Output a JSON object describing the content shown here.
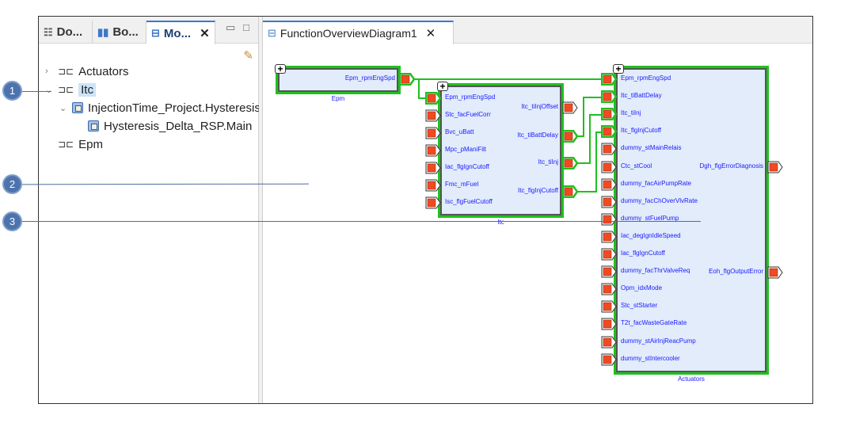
{
  "left_panel": {
    "tabs": [
      {
        "label": "Do...",
        "icon": "outline-icon"
      },
      {
        "label": "Bo...",
        "icon": "book-icon"
      },
      {
        "label": "Mo...",
        "icon": "module-icon",
        "active": true
      }
    ],
    "tree": [
      {
        "label": "Actuators",
        "icon": "module-icon",
        "expanded": false
      },
      {
        "label": "Itc",
        "icon": "module-icon",
        "expanded": true,
        "selected": true
      },
      {
        "label": "InjectionTime_Project.Hysteresis",
        "icon": "component-icon",
        "expanded": true
      },
      {
        "label": "Hysteresis_Delta_RSP.Main",
        "icon": "component-icon"
      },
      {
        "label": "Epm",
        "icon": "module-icon"
      }
    ]
  },
  "editor": {
    "tab_label": "FunctionOverviewDiagram1"
  },
  "diagram": {
    "colors": {
      "wire": "#1fc01f",
      "port": "#f04a22",
      "block": "#e2ecfb",
      "label": "#1a1aff"
    },
    "blocks": {
      "epm": {
        "name": "Epm",
        "inputs": [],
        "outputs": [
          "Epm_rpmEngSpd"
        ]
      },
      "itc": {
        "name": "Itc",
        "inputs": [
          "Epm_rpmEngSpd",
          "Stc_facFuelCorr",
          "Bvc_uBatt",
          "Mpc_pManiFilt",
          "Iac_flgIgnCutoff",
          "Fmc_mFuel",
          "Isc_flgFuelCutoff"
        ],
        "outputs": [
          "Itc_tiInjOffset",
          "Itc_tiBattDelay",
          "Itc_tiInj",
          "Itc_flgInjCutoff"
        ]
      },
      "act": {
        "name": "Actuators",
        "inputs": [
          "Epm_rpmEngSpd",
          "Itc_tiBattDelay",
          "Itc_tiInj",
          "Itc_flgInjCutoff",
          "dummy_stMainRelais",
          "Ctc_stCool",
          "dummy_facAirPumpRate",
          "dummy_facChOverVlvRate",
          "dummy_stFuelPump",
          "Iac_degIgnIdleSpeed",
          "Iac_flgIgnCutoff",
          "dummy_facThrValveReq",
          "Opm_idxMode",
          "Stc_stStarter",
          "T2t_facWasteGateRate",
          "dummy_stAirInjReacPump",
          "dummy_stIntercooler"
        ],
        "outputs": [
          "Dgh_flgErrorDiagnosis",
          "Eoh_flgOutputError"
        ]
      }
    }
  },
  "callouts": [
    "1",
    "2",
    "3"
  ]
}
